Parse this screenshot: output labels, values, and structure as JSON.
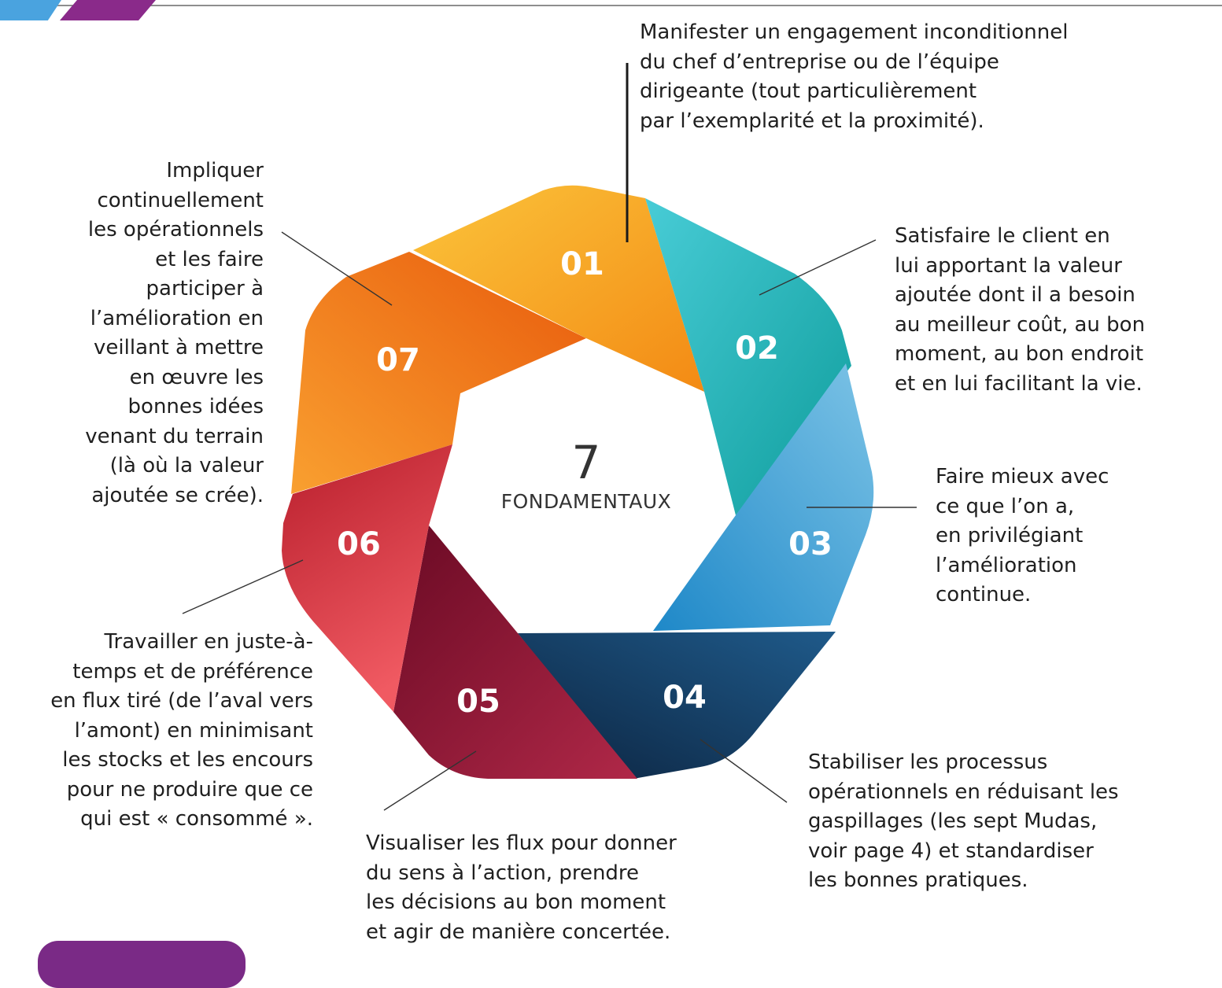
{
  "center": {
    "number": "7",
    "label": "FONDAMENTAUX"
  },
  "segments": [
    {
      "number": "01",
      "color": "#f7a21b",
      "text": "Manifester un engagement inconditionnel\ndu chef d’entreprise ou de l’équipe\ndirigeante (tout particulièrement\npar l’exemplarité et la proximité)."
    },
    {
      "number": "02",
      "color": "#1fb6b8",
      "text": "Satisfaire le client en\nlui apportant la valeur\najoutée dont il a besoin\nau meilleur coût, au bon\nmoment, au bon endroit\net en lui facilitant la vie."
    },
    {
      "number": "03",
      "color": "#3aa4d8",
      "text": "Faire mieux avec\nce que l’on a,\nen privilégiant\nl’amélioration\ncontinue."
    },
    {
      "number": "04",
      "color": "#153a5e",
      "text": "Stabiliser les processus\nopérationnels en réduisant les\ngaspillages (les sept Mudas,\nvoir page 4) et standardiser\nles bonnes pratiques."
    },
    {
      "number": "05",
      "color": "#8c1434",
      "text": "Visualiser les flux pour donner\ndu sens à l’action, prendre\nles décisions au bon moment\net agir de manière concertée."
    },
    {
      "number": "06",
      "color": "#dc3545",
      "text": "Travailler en juste-à-\ntemps et de préférence\nen flux tiré (de l’aval vers\nl’amont) en minimisant\nles stocks et les encours\npour ne produire que ce\nqui est « consommé »."
    },
    {
      "number": "07",
      "color": "#f08a1e",
      "text": "Impliquer\ncontinuellement\nles opérationnels\net les faire\nparticiper à\nl’amélioration en\nveillant à mettre\nen œuvre les\nbonnes idées\nvenant du terrain\n(là où la valeur\najoutée se crée)."
    }
  ]
}
